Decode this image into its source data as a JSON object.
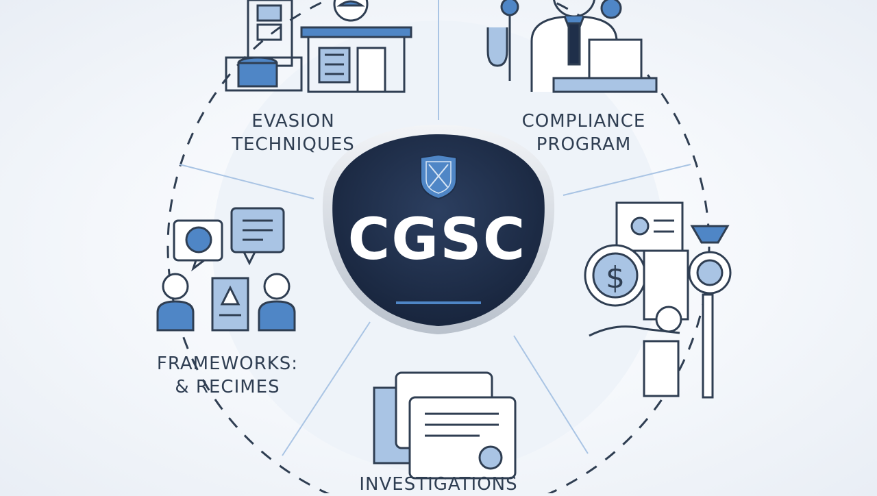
{
  "center": {
    "title": "CGSC"
  },
  "sections": {
    "evasion": {
      "line1": "EVASION",
      "line2": "TECHNIQUES"
    },
    "compliance": {
      "line1": "COMPLIANCE",
      "line2": "PROGRAM"
    },
    "frameworks": {
      "line1": "FRAMEWORKS:",
      "line2": "& RECIMES"
    },
    "investigations": {
      "line1": "INVESTIGATIONS"
    }
  },
  "colors": {
    "navy": "#1f2f4a",
    "accent_blue": "#4f86c6",
    "light_blue": "#a9c4e4",
    "outline": "#2f3e52",
    "text": "#2f3e52"
  },
  "icons": [
    "shield-crest-icon",
    "building-icon",
    "person-laptop-icon",
    "money-gear-icon",
    "chat-bubbles-icon",
    "people-icon",
    "documents-icon"
  ]
}
